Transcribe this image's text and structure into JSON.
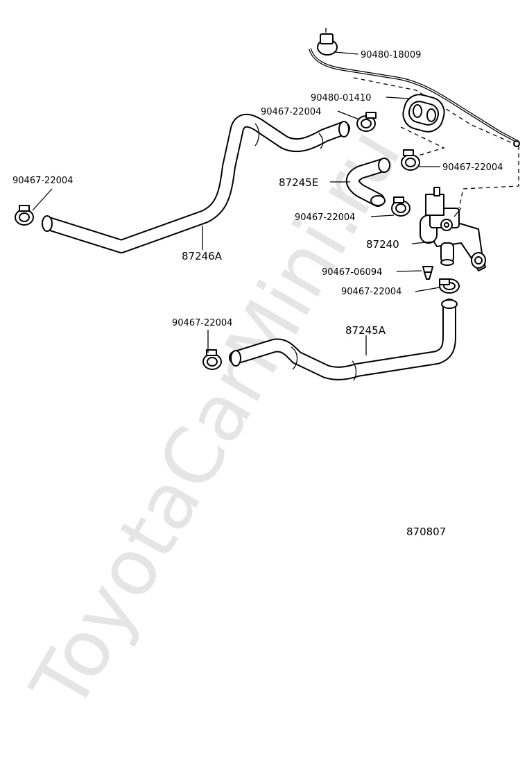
{
  "watermark": "ToyotaCarMini.ru",
  "diagram_code": "870807",
  "labels": {
    "cable": "90480-18009",
    "grommet": "90480-01410",
    "clip_top": "90467-22004",
    "clip_right_top": "90467-22004",
    "hose_e": "87245E",
    "clip_mid": "90467-22004",
    "valve": "87240",
    "clip_small": "90467-06094",
    "clip_right_low": "90467-22004",
    "clip_left": "90467-22004",
    "hose_246a": "87246A",
    "clip_bottom": "90467-22004",
    "hose_245a": "87245A"
  }
}
